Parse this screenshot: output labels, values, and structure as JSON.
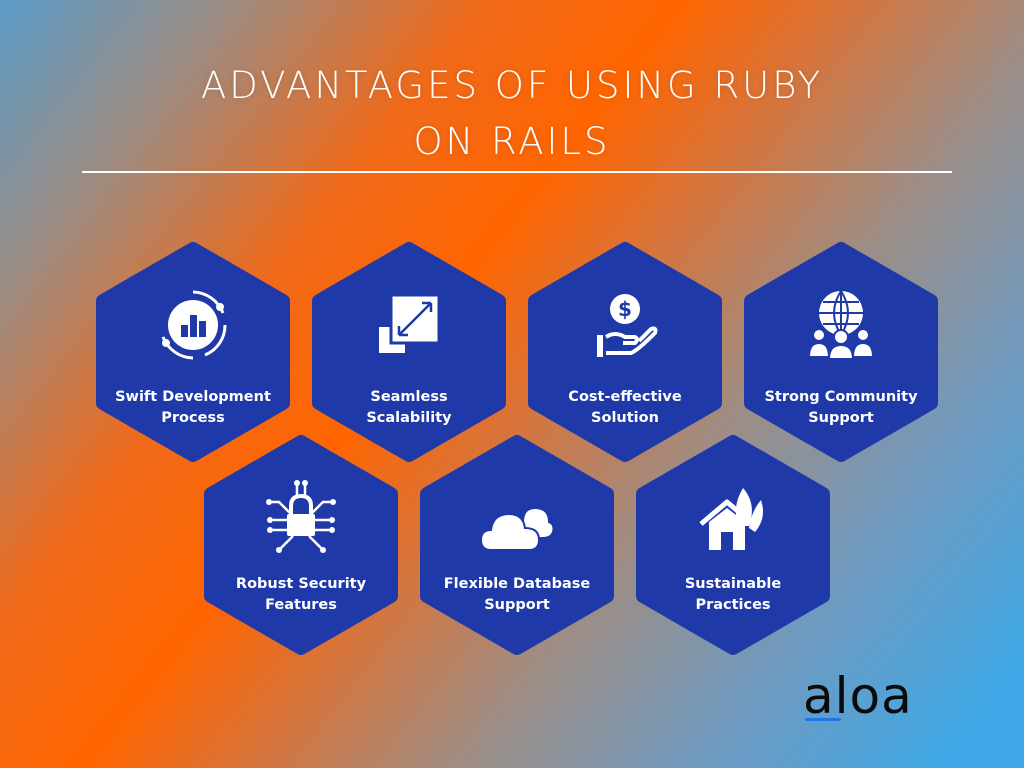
{
  "title": {
    "line1": "ADVANTAGES OF USING RUBY",
    "line2": "ON RAILS"
  },
  "colors": {
    "hex_fill": "#1f3aa8",
    "icon": "#ffffff",
    "orange": "#ff6500",
    "blue": "#3ea8e6"
  },
  "advantages": [
    {
      "line1": "Swift Development",
      "line2": "Process",
      "icon": "chart-cycle-icon"
    },
    {
      "line1": "Seamless",
      "line2": "Scalability",
      "icon": "resize-icon"
    },
    {
      "line1": "Cost-effective",
      "line2": "Solution",
      "icon": "dollar-hand-icon"
    },
    {
      "line1": "Strong Community",
      "line2": "Support",
      "icon": "globe-people-icon"
    },
    {
      "line1": "Robust Security",
      "line2": "Features",
      "icon": "network-lock-icon"
    },
    {
      "line1": "Flexible Database",
      "line2": "Support",
      "icon": "cloud-icon"
    },
    {
      "line1": "Sustainable",
      "line2": "Practices",
      "icon": "eco-house-icon"
    }
  ],
  "logo": {
    "text": "aloa"
  }
}
